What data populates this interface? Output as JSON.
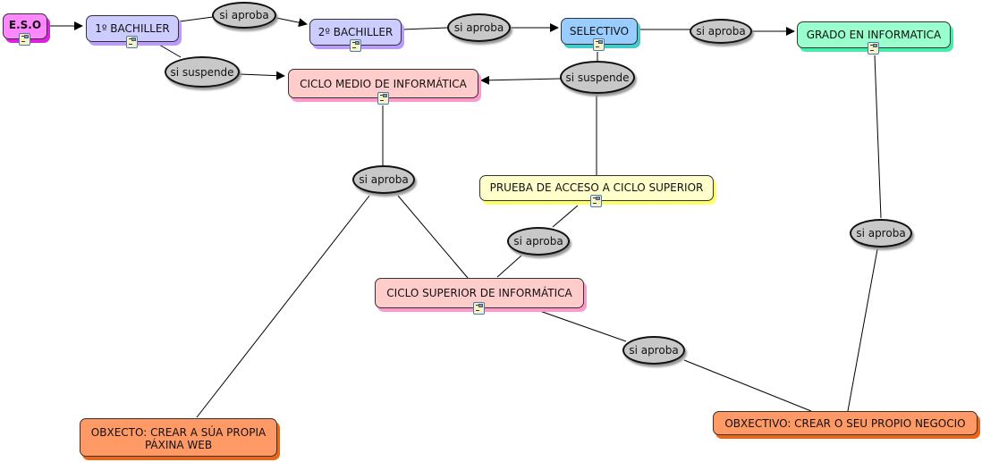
{
  "diagram": {
    "type": "concept-map",
    "nodes": [
      {
        "id": "eso",
        "label": "E.S.O",
        "bold": true,
        "fill": "#ff88ff",
        "shadow": "#dd22dd",
        "has_doc_icon": true
      },
      {
        "id": "bach1",
        "label": "1º BACHILLER",
        "fill": "#ccccff",
        "shadow": "#bb99ff",
        "has_doc_icon": true
      },
      {
        "id": "bach2",
        "label": "2º BACHILLER",
        "fill": "#ccccff",
        "shadow": "#bb99ff",
        "has_doc_icon": true
      },
      {
        "id": "selectivo",
        "label": "SELECTIVO",
        "fill": "#99ccff",
        "shadow": "#44cccc",
        "has_doc_icon": true
      },
      {
        "id": "grado",
        "label": "GRADO EN INFORMATICA",
        "fill": "#99ffcc",
        "shadow": "#44eeaa",
        "has_doc_icon": true
      },
      {
        "id": "ciclo_medio",
        "label": "CICLO MEDIO DE INFORMÁTICA",
        "fill": "#ffcccc",
        "shadow": "#ff99cc",
        "has_doc_icon": true
      },
      {
        "id": "prueba",
        "label": "PRUEBA DE ACCESO A CICLO SUPERIOR",
        "fill": "#ffffcc",
        "shadow": "#ffff66",
        "has_doc_icon": true
      },
      {
        "id": "ciclo_sup",
        "label": "CICLO SUPERIOR DE INFORMÁTICA",
        "fill": "#ffcccc",
        "shadow": "#ff99cc",
        "has_doc_icon": true
      },
      {
        "id": "obx_web",
        "label": "OBXECTO: CREAR A SÚA PROPIA\nPÁXINA WEB",
        "fill": "#ff9966",
        "shadow": "#ee6611",
        "has_doc_icon": false
      },
      {
        "id": "obx_neg",
        "label": "OBXECTIVO: CREAR O SEU PROPIO NEGOCIO",
        "fill": "#ff9966",
        "shadow": "#ee6611",
        "has_doc_icon": false
      }
    ],
    "linking_phrases": [
      {
        "id": "l1",
        "label": "si aproba"
      },
      {
        "id": "l2",
        "label": "si suspende"
      },
      {
        "id": "l3",
        "label": "si aproba"
      },
      {
        "id": "l4",
        "label": "si aproba"
      },
      {
        "id": "l5",
        "label": "si suspende"
      },
      {
        "id": "l6",
        "label": "si aproba"
      },
      {
        "id": "l7",
        "label": "si aproba"
      },
      {
        "id": "l8",
        "label": "si aproba"
      },
      {
        "id": "l9",
        "label": "si aproba"
      }
    ],
    "connections": [
      {
        "from": "eso",
        "to": "bach1",
        "arrow": true
      },
      {
        "from": "bach1",
        "to": "l1",
        "arrow": false
      },
      {
        "from": "l1",
        "to": "bach2",
        "arrow": true
      },
      {
        "from": "bach1",
        "to": "l2",
        "arrow": false
      },
      {
        "from": "l2",
        "to": "ciclo_medio",
        "arrow": true
      },
      {
        "from": "bach2",
        "to": "l3",
        "arrow": false
      },
      {
        "from": "l3",
        "to": "selectivo",
        "arrow": true
      },
      {
        "from": "selectivo",
        "to": "l4",
        "arrow": false
      },
      {
        "from": "l4",
        "to": "grado",
        "arrow": true
      },
      {
        "from": "selectivo",
        "to": "l5",
        "arrow": false
      },
      {
        "from": "l5",
        "to": "ciclo_medio",
        "arrow": true
      },
      {
        "from": "l5",
        "to": "prueba",
        "arrow": false
      },
      {
        "from": "ciclo_medio",
        "to": "l6",
        "arrow": false
      },
      {
        "from": "l6",
        "to": "obx_web",
        "arrow": false
      },
      {
        "from": "l6",
        "to": "ciclo_sup",
        "arrow": false
      },
      {
        "from": "prueba",
        "to": "l7",
        "arrow": false
      },
      {
        "from": "l7",
        "to": "ciclo_sup",
        "arrow": false
      },
      {
        "from": "ciclo_sup",
        "to": "l8",
        "arrow": false
      },
      {
        "from": "l8",
        "to": "obx_neg",
        "arrow": false
      },
      {
        "from": "grado",
        "to": "l9",
        "arrow": false
      },
      {
        "from": "l9",
        "to": "obx_neg",
        "arrow": false
      }
    ]
  }
}
